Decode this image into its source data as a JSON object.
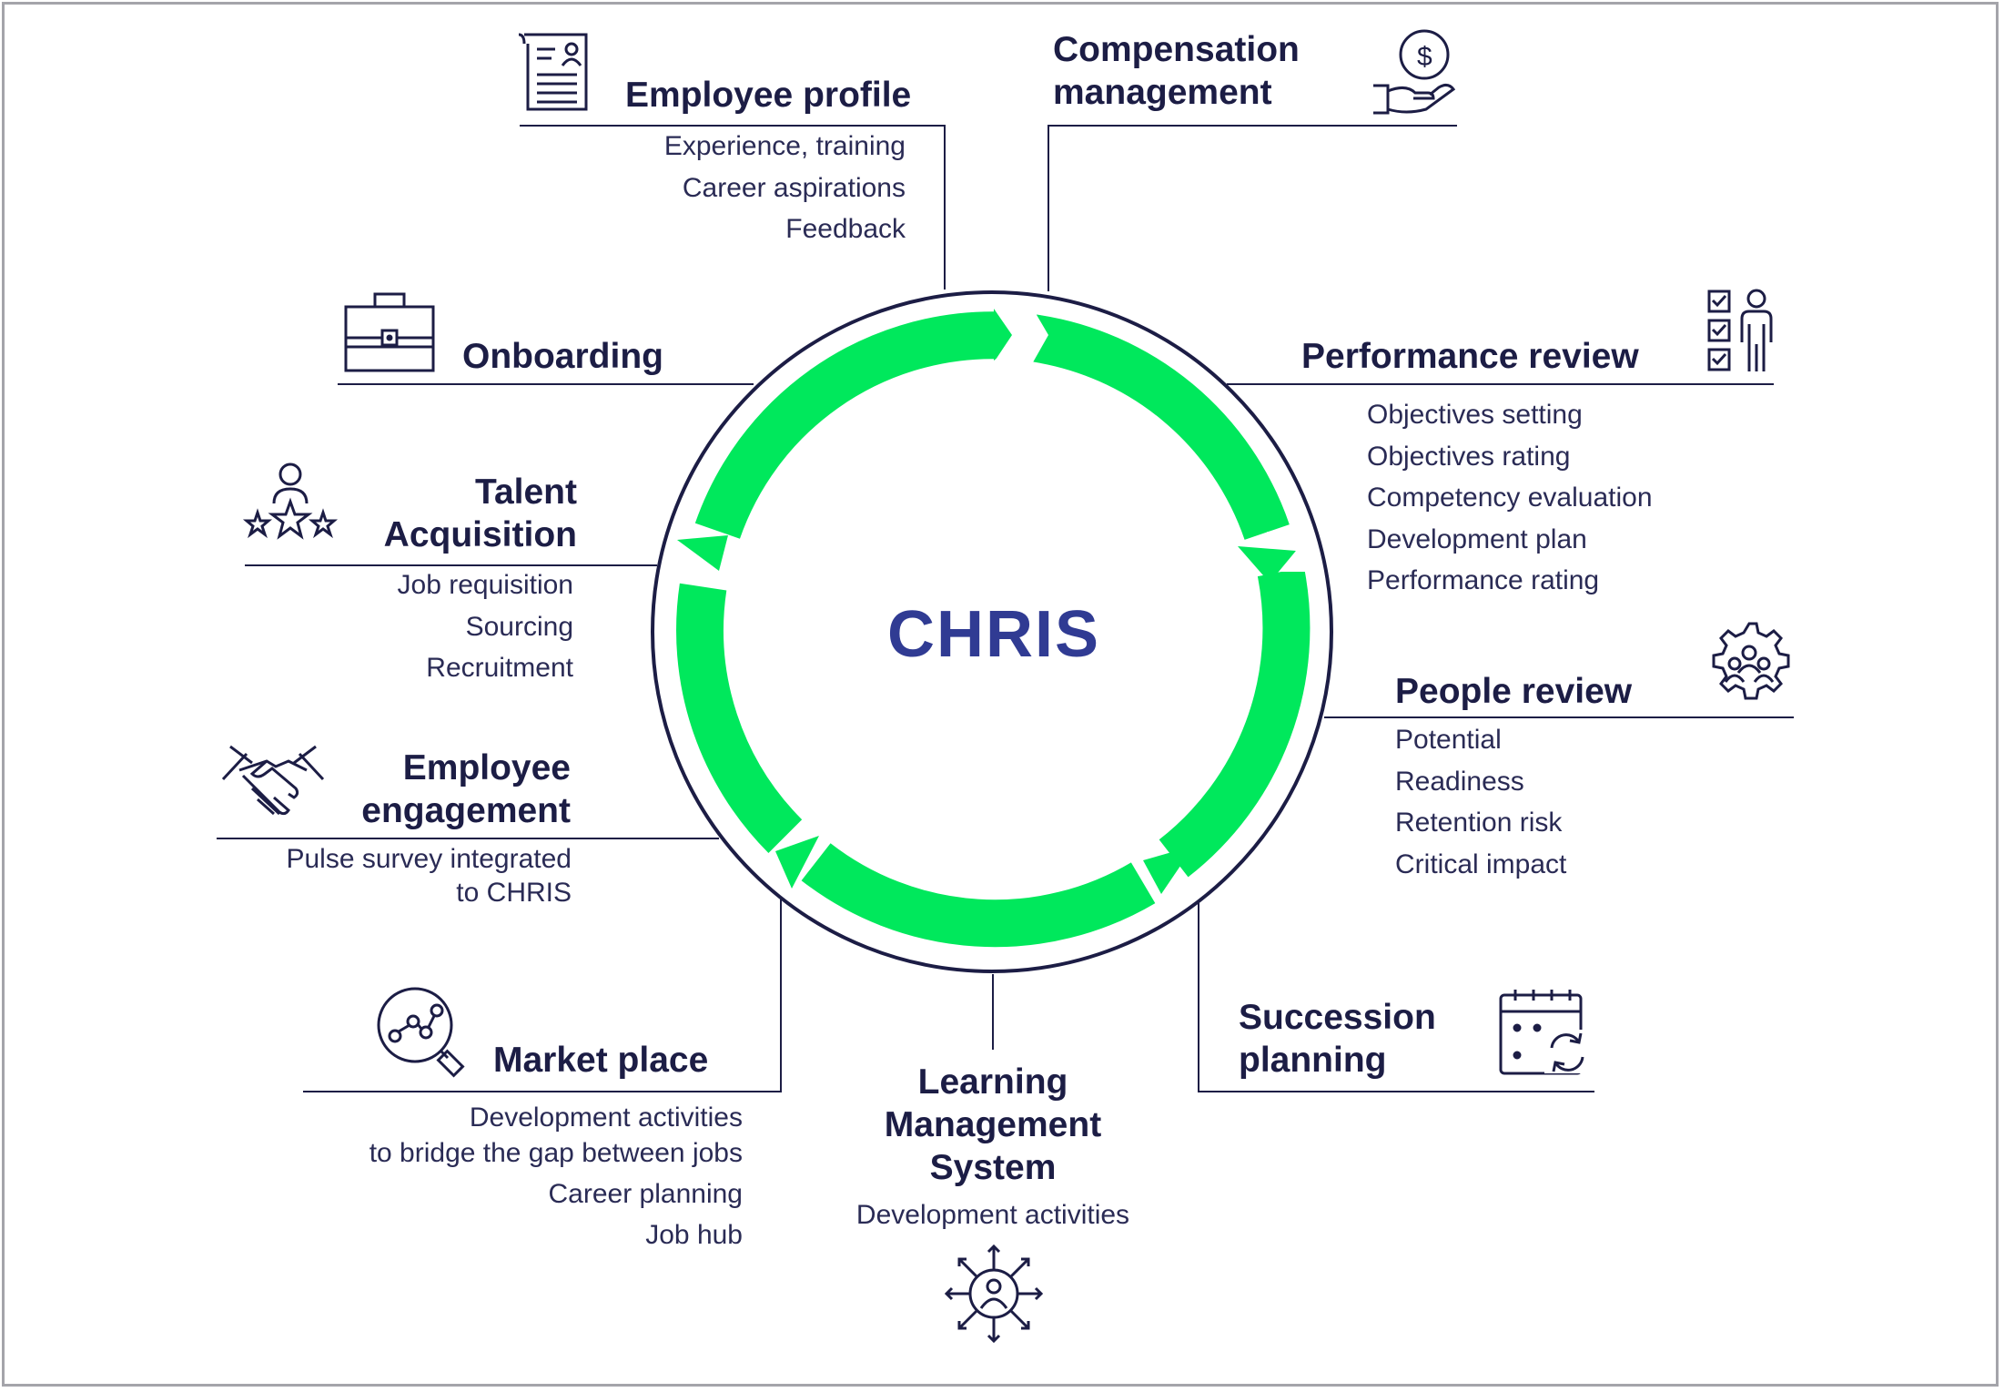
{
  "diagram": {
    "center_logo": "CHRIS",
    "colors": {
      "ring": "#00e85c",
      "text": "#1c1d45",
      "logo": "#303b93",
      "frame": "#a4a4aa"
    },
    "modules": {
      "employee_profile": {
        "title": "Employee profile",
        "icon": "resume-icon",
        "items": [
          "Experience, training",
          "Career aspirations",
          "Feedback"
        ]
      },
      "compensation": {
        "title_line1": "Compensation",
        "title_line2": "management",
        "icon": "dollar-hand-icon"
      },
      "onboarding": {
        "title": "Onboarding",
        "icon": "briefcase-icon"
      },
      "performance_review": {
        "title": "Performance review",
        "icon": "checklist-person-icon",
        "items": [
          "Objectives setting",
          "Objectives rating",
          "Competency evaluation",
          "Development plan",
          "Performance rating"
        ]
      },
      "talent_acquisition": {
        "title_line1": "Talent",
        "title_line2": "Acquisition",
        "icon": "person-stars-icon",
        "items": [
          "Job requisition",
          "Sourcing",
          "Recruitment"
        ]
      },
      "people_review": {
        "title": "People review",
        "icon": "gear-people-icon",
        "items": [
          "Potential",
          "Readiness",
          "Retention risk",
          "Critical impact"
        ]
      },
      "employee_engagement": {
        "title_line1": "Employee",
        "title_line2": "engagement",
        "icon": "handshake-icon",
        "items": [
          "Pulse survey integrated",
          "to CHRIS"
        ]
      },
      "succession_planning": {
        "title_line1": "Succession",
        "title_line2": "planning",
        "icon": "calendar-refresh-icon"
      },
      "market_place": {
        "title": "Market place",
        "icon": "search-chart-icon",
        "items": [
          "Development activities",
          "to bridge the gap between jobs",
          "Career planning",
          "Job hub"
        ]
      },
      "lms": {
        "title_line1": "Learning",
        "title_line2": "Management",
        "title_line3": "System",
        "icon": "person-arrows-icon",
        "items": [
          "Development activities"
        ]
      }
    }
  }
}
